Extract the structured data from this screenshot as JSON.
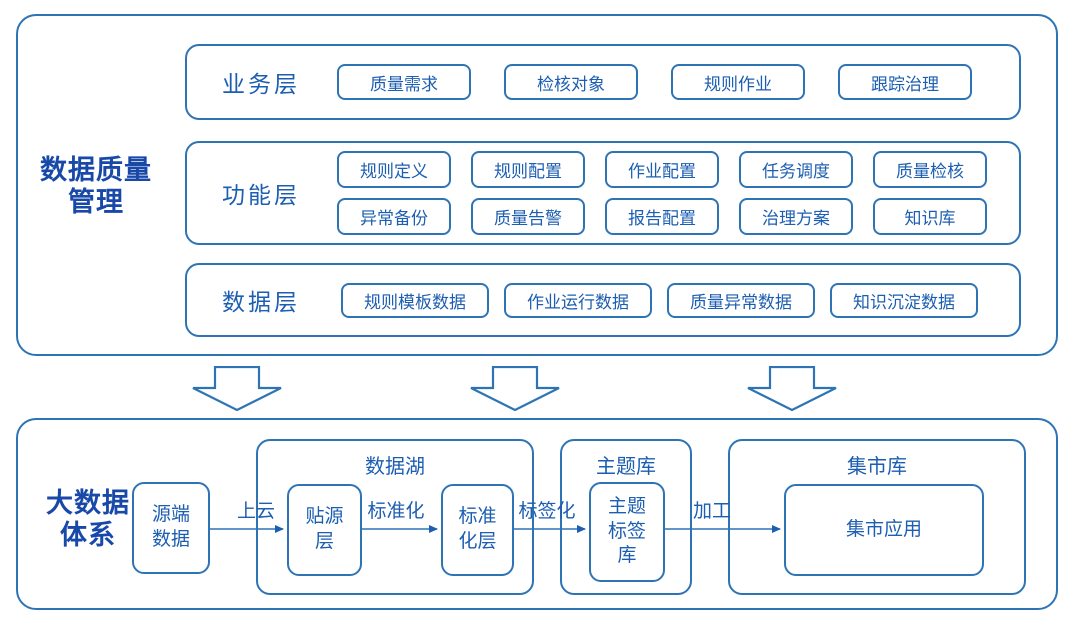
{
  "colors": {
    "outline": "#2E74B5",
    "text": "#1C5EB2",
    "title": "#1849A9",
    "background": "#FFFFFF"
  },
  "icons": {
    "down_arrow": "hollow-block-arrow-down",
    "flow_arrow": "right-arrow-line"
  },
  "quality_panel": {
    "title": "数据质量\n管理",
    "business_layer": {
      "label": "业务层",
      "chips": [
        "质量需求",
        "检核对象",
        "规则作业",
        "跟踪治理"
      ]
    },
    "function_layer": {
      "label": "功能层",
      "chips_row1": [
        "规则定义",
        "规则配置",
        "作业配置",
        "任务调度",
        "质量检核"
      ],
      "chips_row2": [
        "异常备份",
        "质量告警",
        "报告配置",
        "治理方案",
        "知识库"
      ]
    },
    "data_layer": {
      "label": "数据层",
      "chips": [
        "规则模板数据",
        "作业运行数据",
        "质量异常数据",
        "知识沉淀数据"
      ]
    }
  },
  "bigdata_panel": {
    "title": "大数据\n体系",
    "source_box": "源端\n数据",
    "flow_labels": [
      "上云",
      "标准化",
      "标签化",
      "加工"
    ],
    "data_lake": {
      "title": "数据湖",
      "ods_box": "贴源\n层",
      "std_box": "标准\n化层"
    },
    "theme_library": {
      "title": "主题库",
      "tag_box": "主题\n标签\n库"
    },
    "mart_library": {
      "title": "集市库",
      "app_box": "集市应用"
    }
  }
}
